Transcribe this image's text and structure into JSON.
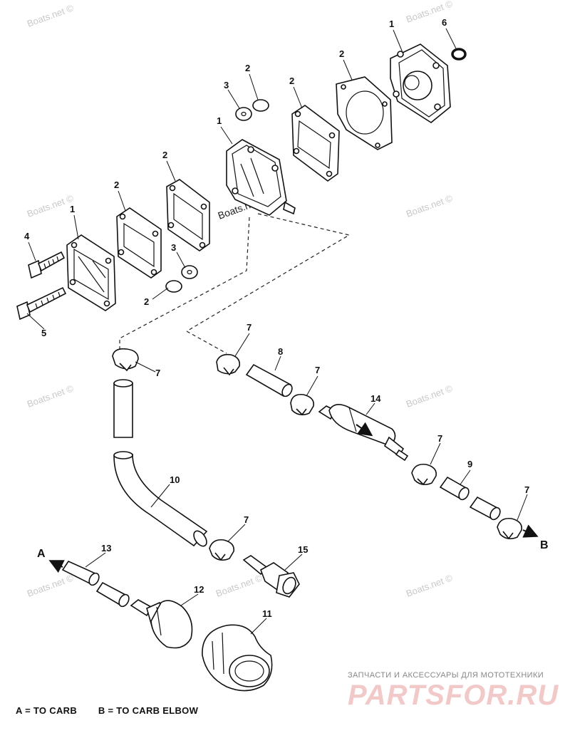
{
  "watermark": "Boats.net ©",
  "callouts": {
    "c1a": "1",
    "c6": "6",
    "c2a": "2",
    "c2b": "2",
    "c3a": "3",
    "c2c": "2",
    "c1b": "1",
    "c2d": "2",
    "c2e": "2",
    "c1c": "1",
    "c4": "4",
    "c3b": "3",
    "c2f": "2",
    "c5": "5",
    "c7a": "7",
    "c7b": "7",
    "c8": "8",
    "c7c": "7",
    "c14": "14",
    "c7d": "7",
    "c9": "9",
    "c7e": "7",
    "c10": "10",
    "c7f": "7",
    "c13": "13",
    "c15": "15",
    "c12": "12",
    "c11": "11"
  },
  "direction_markers": {
    "a": "A",
    "b": "B"
  },
  "legend": {
    "a": "A = TO CARB",
    "b": "B = TO CARB ELBOW"
  },
  "branding": {
    "tagline": "ЗАПЧАСТИ И АКСЕССУАРЫ ДЛЯ МОТОТЕХНИКИ",
    "name": "PARTSFOR.RU"
  }
}
